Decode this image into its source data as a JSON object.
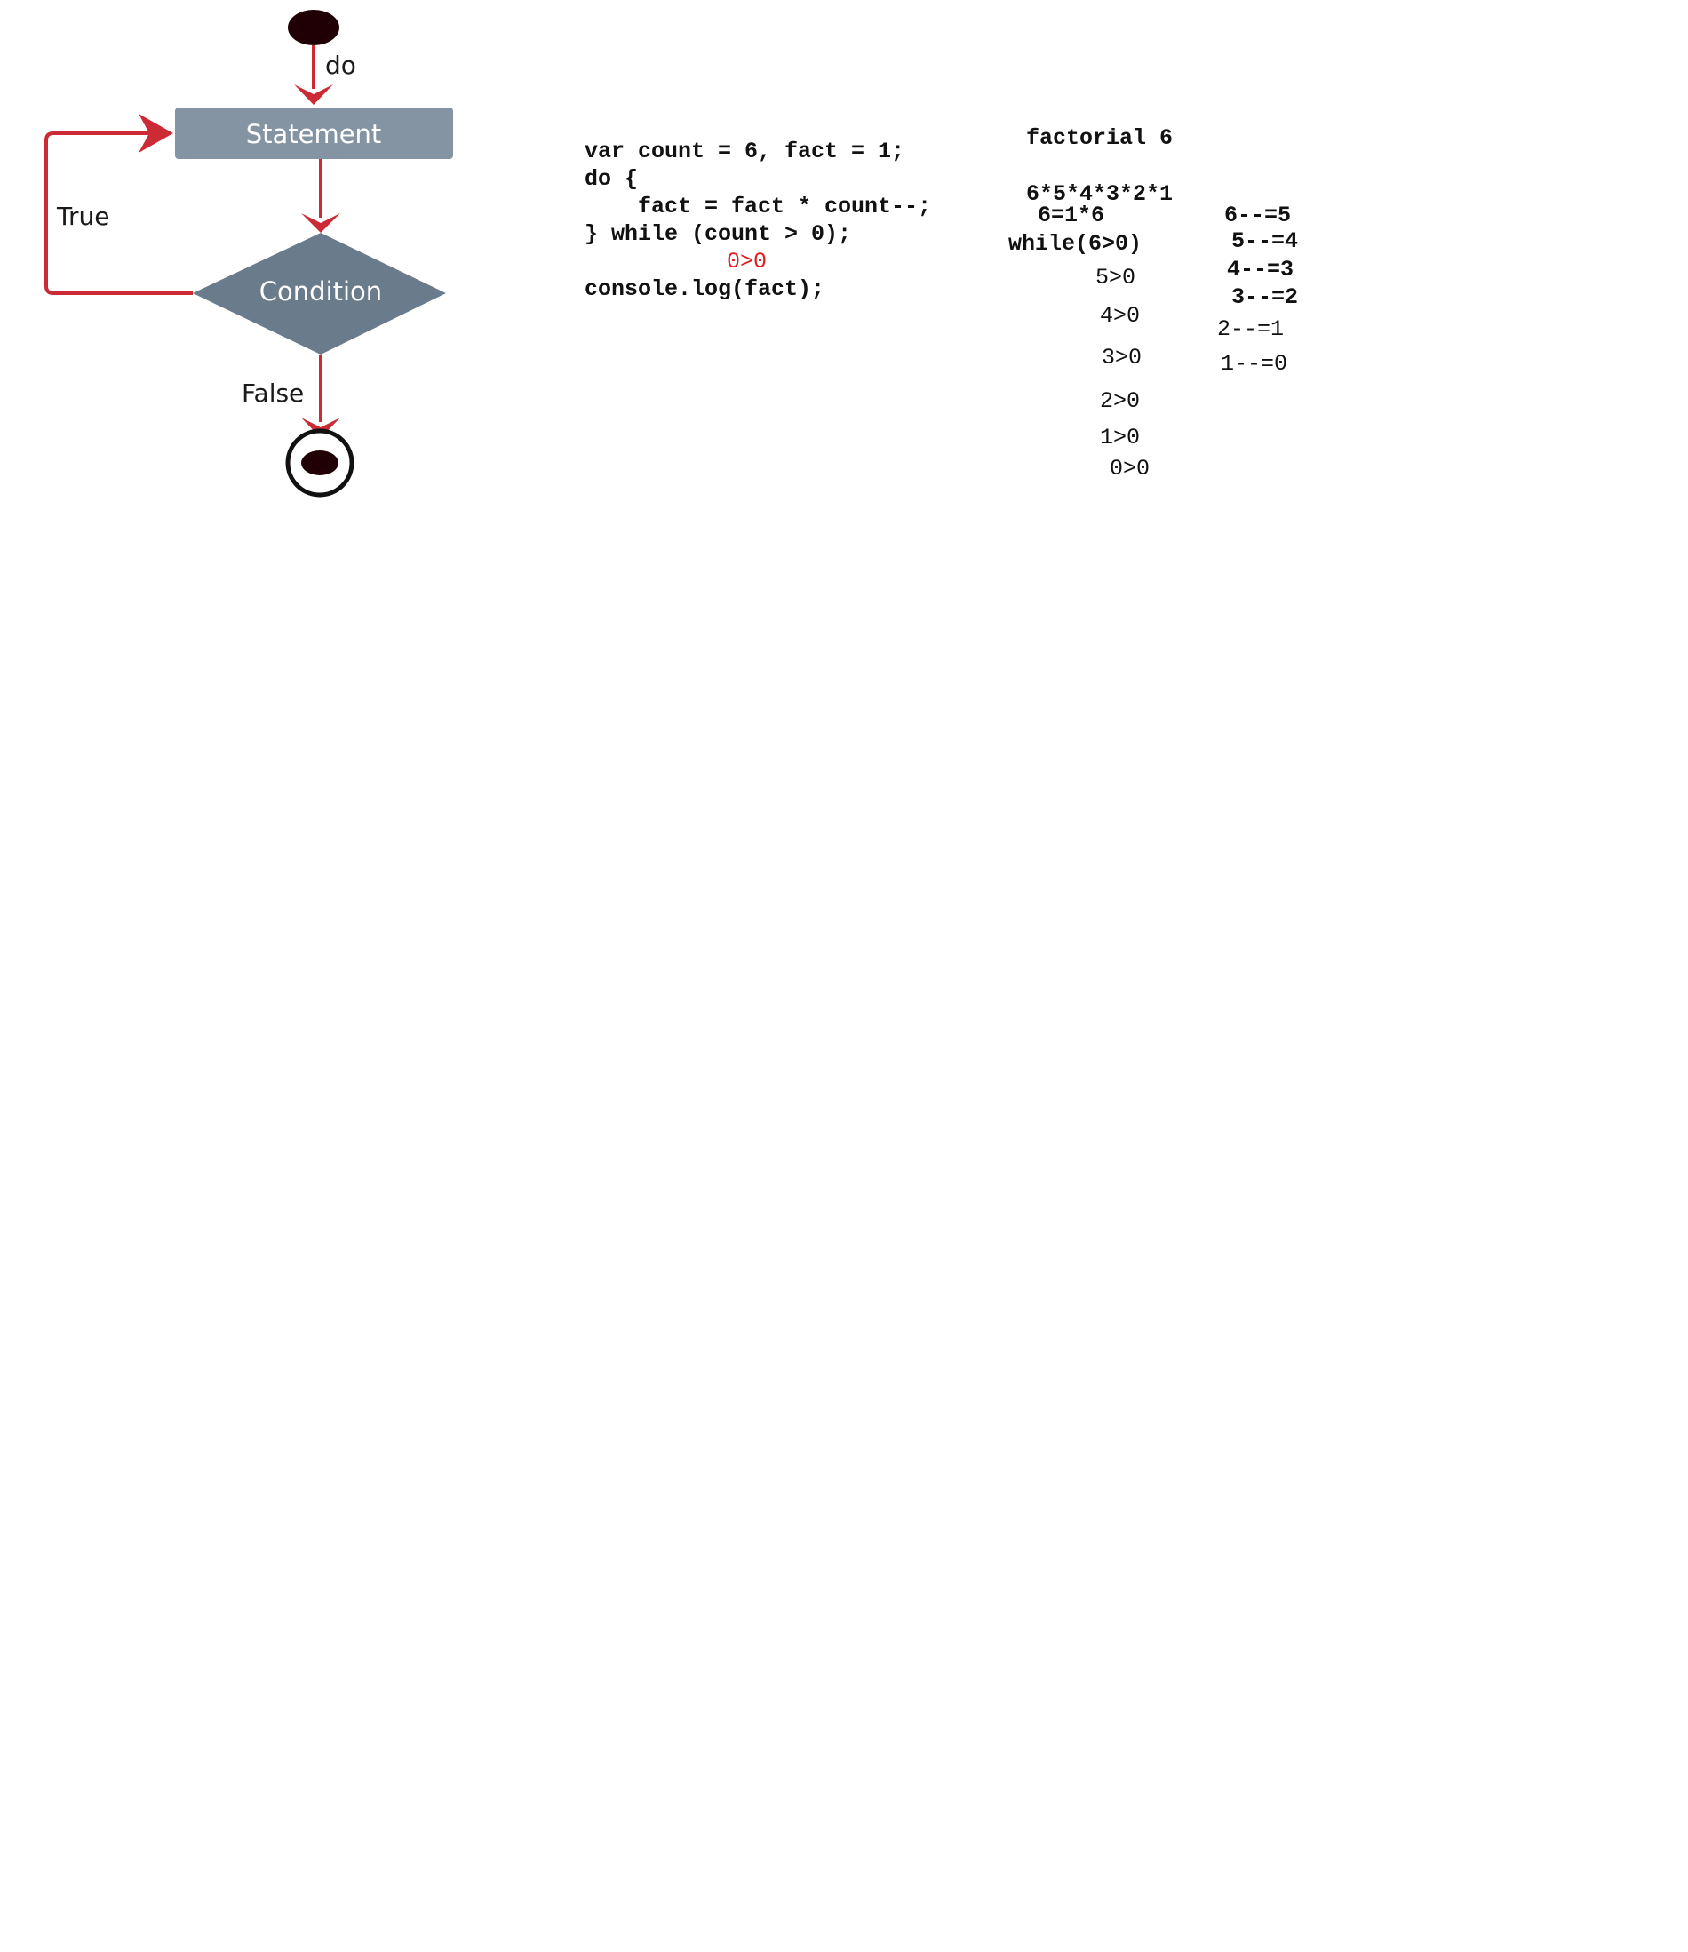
{
  "flowchart": {
    "do_label": "do",
    "statement_label": "Statement",
    "condition_label": "Condition",
    "true_label": "True",
    "false_label": "False",
    "colors": {
      "arrow": "#cc2b35",
      "statement_box": "#8494a3",
      "condition_diamond": "#6a7b8c",
      "node_text": "#ffffff",
      "terminal": "#200005"
    }
  },
  "code": {
    "lines": [
      "var count = 6, fact = 1;",
      "do {",
      "    fact = fact * count--;",
      "} while (count > 0);",
      "console.log(fact);"
    ],
    "annotation": "0>0",
    "annotation_color": "#e01c1c"
  },
  "trace": {
    "title": "factorial 6",
    "product": "6*5*4*3*2*1",
    "first_step": "6=1*6",
    "first_while": "while(6>0)",
    "conditions": [
      "5>0",
      "4>0",
      "3>0",
      "2>0",
      "1>0",
      "0>0"
    ],
    "decrements": [
      "6--=5",
      "5--=4",
      "4--=3",
      "3--=2",
      "2--=1",
      "1--=0"
    ]
  }
}
